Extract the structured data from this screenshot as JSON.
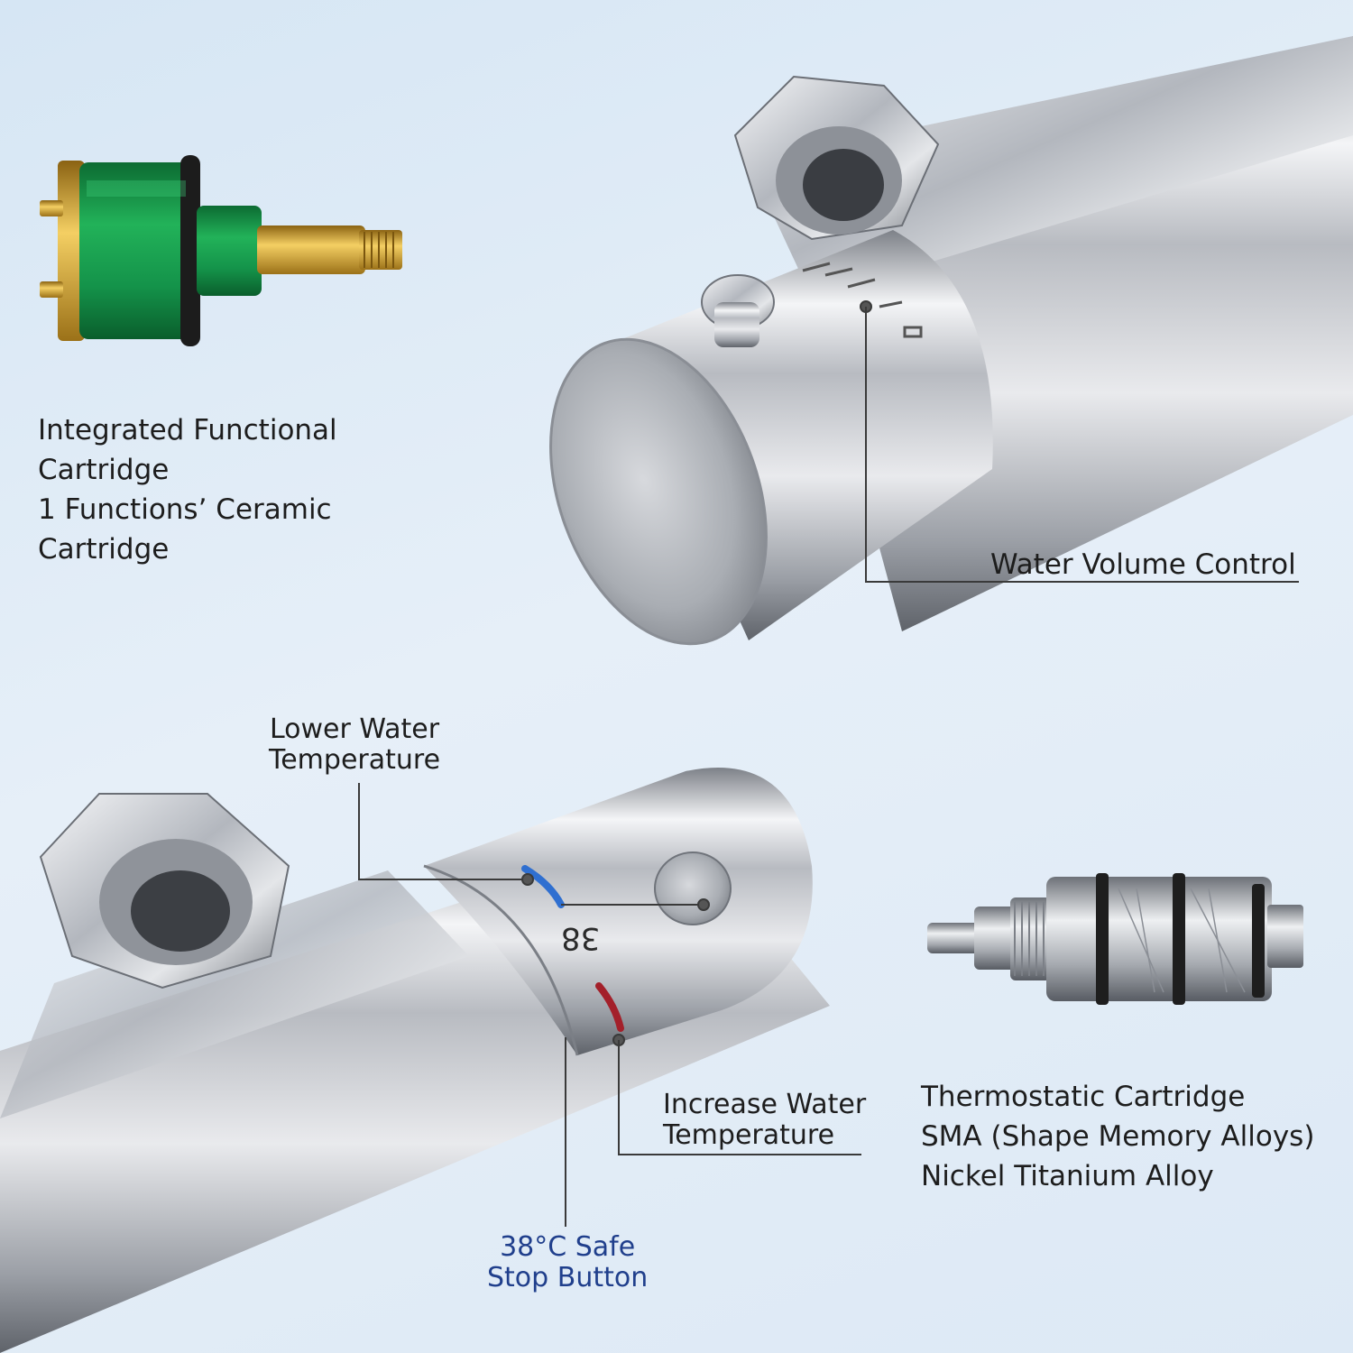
{
  "labels": {
    "cartridge_integrated": [
      "Integrated Functional",
      "Cartridge",
      "1 Functions’ Ceramic",
      "Cartridge"
    ],
    "water_volume": "Water Volume Control",
    "lower_temp": [
      "Lower Water",
      "Temperature"
    ],
    "increase_temp": [
      "Increase Water",
      "Temperature"
    ],
    "safe_stop": [
      "38°C Safe",
      "Stop Button"
    ],
    "thermostatic": [
      "Thermostatic Cartridge",
      "SMA (Shape Memory Alloys)",
      "Nickel Titanium Alloy"
    ],
    "dial_number": "38"
  },
  "colors": {
    "background": "#dce8f5",
    "cartridge_green": "#1a9a4a",
    "brass": "#d8a32a",
    "chrome": "#c9ccd1",
    "cold_mark": "#2f6fd0",
    "hot_mark": "#a3202a",
    "leader_line": "#3a3a3a",
    "safe_text": "#203f8c"
  },
  "icons": {
    "ceramic_cartridge": "green-ceramic-cartridge-icon",
    "thermostatic_cartridge": "thermostatic-cartridge-icon",
    "valve_top": "chrome-valve-top-icon",
    "valve_bottom": "chrome-valve-bottom-icon"
  }
}
